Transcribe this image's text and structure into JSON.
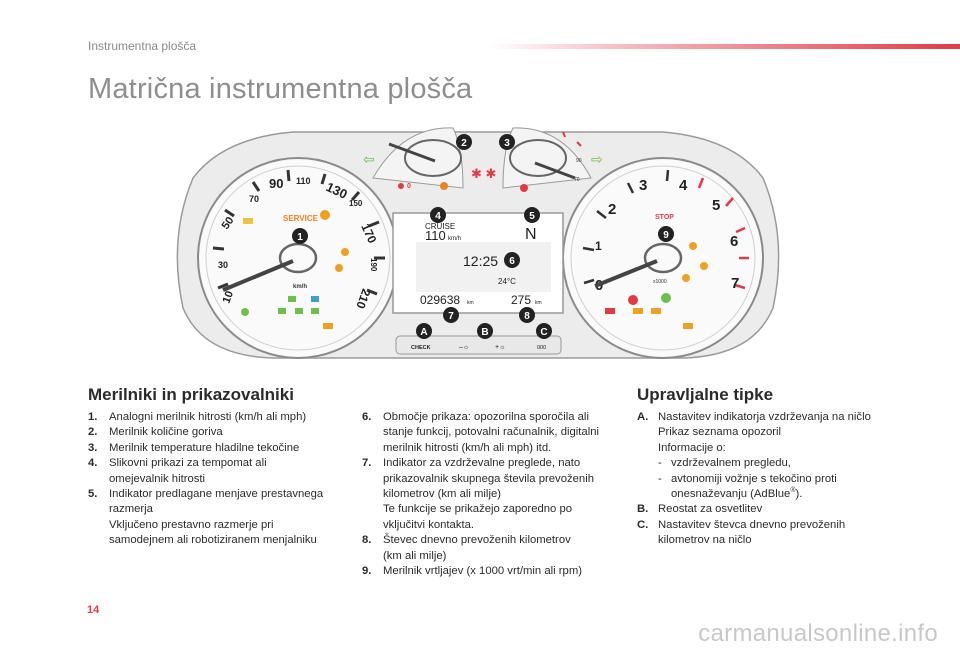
{
  "header": {
    "section": "Instrumentna plošča",
    "title": "Matrična instrumentna plošča"
  },
  "cluster": {
    "speed_ticks": [
      "10",
      "30",
      "50",
      "70",
      "90",
      "110",
      "130",
      "150",
      "170",
      "190",
      "210"
    ],
    "speed_unit": "km/h",
    "service_label": "SERVICE",
    "rpm_ticks": [
      "0",
      "1",
      "2",
      "3",
      "4",
      "5",
      "6",
      "7"
    ],
    "rpm_unit": "x1000",
    "stop_label": "STOP",
    "temp_ticks": [
      "70",
      "90"
    ],
    "fuel_mark": "0",
    "display": {
      "cruise_label": "CRUISE",
      "cruise_speed": "110",
      "cruise_unit": "km/h",
      "gear": "N",
      "clock": "12:25",
      "temperature": "24°C",
      "odometer": "029638",
      "odometer_unit": "km",
      "range": "275",
      "range_unit": "km"
    },
    "buttons": {
      "check": "CHECK",
      "dimmer_minus": "–☼",
      "dimmer_plus": "+☼",
      "reset": "000"
    },
    "callouts": [
      "1",
      "2",
      "3",
      "4",
      "5",
      "6",
      "7",
      "8",
      "9",
      "A",
      "B",
      "C"
    ]
  },
  "left_section": {
    "heading": "Merilniki in prikazovalniki",
    "items": [
      {
        "num": "1.",
        "lines": [
          "Analogni merilnik hitrosti (km/h ali mph)"
        ]
      },
      {
        "num": "2.",
        "lines": [
          "Merilnik količine goriva"
        ]
      },
      {
        "num": "3.",
        "lines": [
          "Merilnik temperature hladilne tekočine"
        ]
      },
      {
        "num": "4.",
        "lines": [
          "Slikovni prikazi za tempomat ali",
          "omejevalnik hitrosti"
        ]
      },
      {
        "num": "5.",
        "lines": [
          "Indikator predlagane menjave prestavnega",
          "razmerja",
          "Vključeno prestavno razmerje pri",
          "samodejnem ali robotiziranem menjalniku"
        ]
      }
    ]
  },
  "middle_section": {
    "items": [
      {
        "num": "6.",
        "lines": [
          "Območje prikaza: opozorilna sporočila ali",
          "stanje funkcij, potovalni računalnik, digitalni",
          "merilnik hitrosti (km/h ali mph) itd."
        ]
      },
      {
        "num": "7.",
        "lines": [
          "Indikator za vzdrževalne preglede, nato",
          "prikazovalnik skupnega števila prevoženih",
          "kilometrov (km ali milje)",
          "Te funkcije se prikažejo zaporedno po",
          "vključitvi kontakta."
        ]
      },
      {
        "num": "8.",
        "lines": [
          "Števec dnevno prevoženih kilometrov",
          "(km ali milje)"
        ]
      },
      {
        "num": "9.",
        "lines": [
          "Merilnik vrtljajev (x 1000 vrt/min ali rpm)"
        ]
      }
    ]
  },
  "right_section": {
    "heading": "Upravljalne tipke",
    "a_num": "A.",
    "a_lines": [
      "Nastavitev indikatorja vzdrževanja na ničlo",
      "Prikaz seznama opozoril",
      "Informacije o:"
    ],
    "a_dashes": [
      {
        "dash": "-",
        "lines": [
          "vzdrževalnem pregledu,"
        ]
      },
      {
        "dash": "-",
        "text_before_sup": "avtonomiji vožnje s tekočino proti",
        "text_line2": "onesnaževanju (AdBlue",
        "sup": "®",
        "text_after_sup": ")."
      }
    ],
    "b_num": "B.",
    "b_lines": [
      "Reostat za osvetlitev"
    ],
    "c_num": "C.",
    "c_lines": [
      "Nastavitev števca dnevno prevoženih",
      "kilometrov na ničlo"
    ]
  },
  "footer": {
    "page_number": "14",
    "watermark": "carmanualsonline.info"
  }
}
